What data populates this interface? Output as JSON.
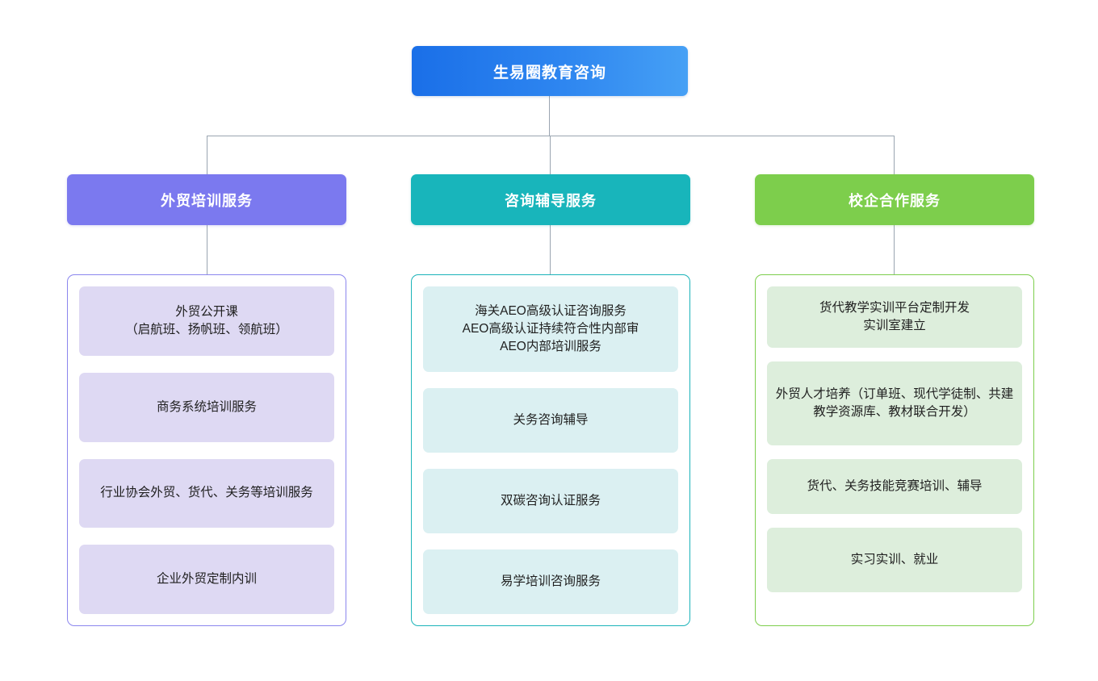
{
  "diagram": {
    "type": "organization-chart",
    "root": {
      "label": "生易圈教育咨询",
      "color": "#1a6fe8",
      "color_end": "#46a0f5"
    },
    "branches": [
      {
        "key": "training",
        "header": "外贸培训服务",
        "color": "#7b79ef",
        "border_color": "#8b86ee",
        "item_fill": "#ded9f3",
        "items": [
          "外贸公开课\n（启航班、扬帆班、领航班）",
          "商务系统培训服务",
          "行业协会外贸、货代、关务等培训服务",
          "企业外贸定制内训"
        ]
      },
      {
        "key": "consulting",
        "header": "咨询辅导服务",
        "color": "#18b5bb",
        "border_color": "#1bb3b9",
        "item_fill": "#dbf0f2",
        "items": [
          "海关AEO高级认证咨询服务\nAEO高级认证持续符合性内部审\nAEO内部培训服务",
          "关务咨询辅导",
          "双碳咨询认证服务",
          "易学培训咨询服务"
        ]
      },
      {
        "key": "school-enterprise",
        "header": "校企合作服务",
        "color": "#7dce4c",
        "border_color": "#7dce4c",
        "item_fill": "#ddeedc",
        "items": [
          "货代教学实训平台定制开发\n实训室建立",
          "外贸人才培养（订单班、现代学徒制、共建教学资源库、教材联合开发）",
          "货代、关务技能竞赛培训、辅导",
          "实习实训、就业"
        ]
      }
    ],
    "connector_color": "#9aa5b1"
  }
}
